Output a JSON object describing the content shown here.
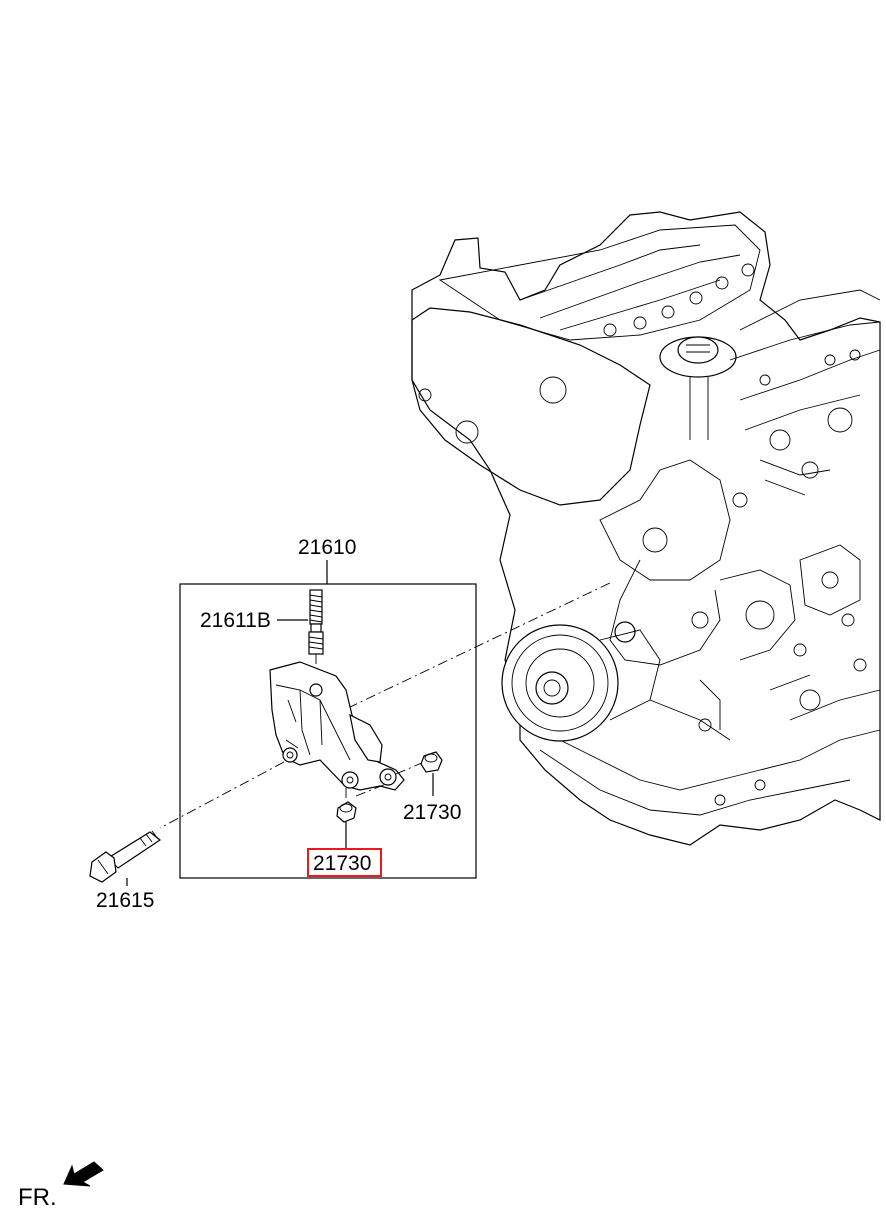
{
  "labels": {
    "assembly": "21610",
    "stud": "21611B",
    "nut_right": "21730",
    "nut_highlighted": "21730",
    "bolt": "21615"
  },
  "direction_label": "FR.",
  "icons": [
    "front-direction-arrow-icon"
  ],
  "colors": {
    "line": "#000000",
    "highlight": "#e8191f",
    "background": "#ffffff"
  }
}
